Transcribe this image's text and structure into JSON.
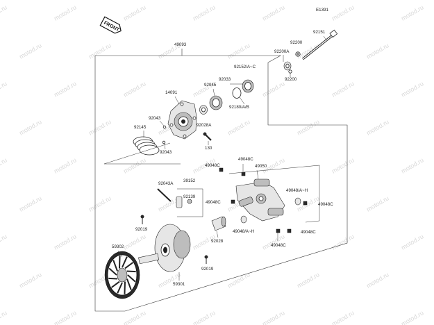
{
  "diagram": {
    "figure_code": "E1391",
    "front_badge": "FRONT",
    "watermark_text": "motod.ru",
    "labels": {
      "p49093": "49093",
      "p92151": "92151",
      "p92200_top": "92200",
      "p92200A": "92200A",
      "p92152": "92152/A~C",
      "p92200_mid": "92200",
      "p92033": "92033",
      "p92045": "92045",
      "p14091": "14091",
      "p92180": "92180/A/B",
      "p92043_a": "92043",
      "p92028A": "92028A",
      "p92145": "92145",
      "p92043_b": "92043",
      "p130": "130",
      "p49048C_1": "49048C",
      "p49048C_2": "49048C",
      "p49050": "49050",
      "p92043A": "92043A",
      "p39152": "39152",
      "p92139": "92139",
      "p49048C_3": "49048C",
      "p49048AH_1": "49048/A~H",
      "p49048C_4": "49048C",
      "p49048AH_2": "49048/A~H",
      "p92019_a": "92019",
      "p92028": "92028",
      "p49048C_5": "49048C",
      "p49048C_6": "49048C",
      "p59302": "59302",
      "p92019_b": "92019",
      "p59301": "59301"
    }
  }
}
